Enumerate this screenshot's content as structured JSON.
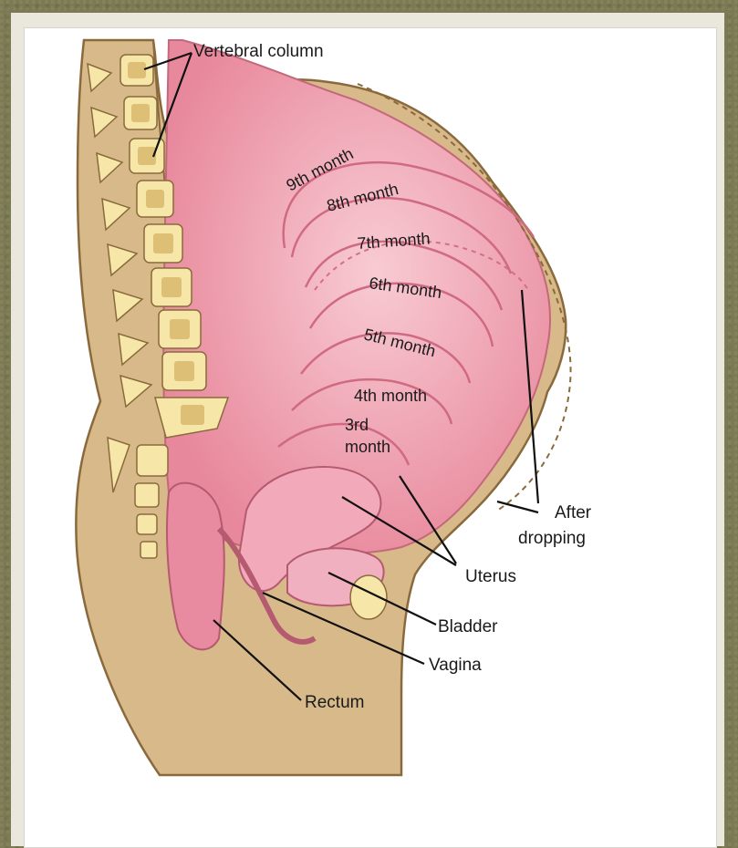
{
  "labels": {
    "vertebral_column": "Vertebral column",
    "after_dropping_1": "After",
    "after_dropping_2": "dropping",
    "uterus": "Uterus",
    "bladder": "Bladder",
    "vagina": "Vagina",
    "rectum": "Rectum"
  },
  "months": {
    "m9": "9th month",
    "m8": "8th month",
    "m7": "7th month",
    "m6": "6th month",
    "m5": "5th month",
    "m4": "4th month",
    "m3_line1": "3rd",
    "m3_line2": "month"
  },
  "colors": {
    "skin": "#d8b98a",
    "skin_outline": "#8a6a3c",
    "uterus_fill": "#f0a3b2",
    "uterus_light": "#f7c6cf",
    "vertebra": "#f6e7a8",
    "vertebra_core": "#c9a24e",
    "leader": "#111111"
  }
}
